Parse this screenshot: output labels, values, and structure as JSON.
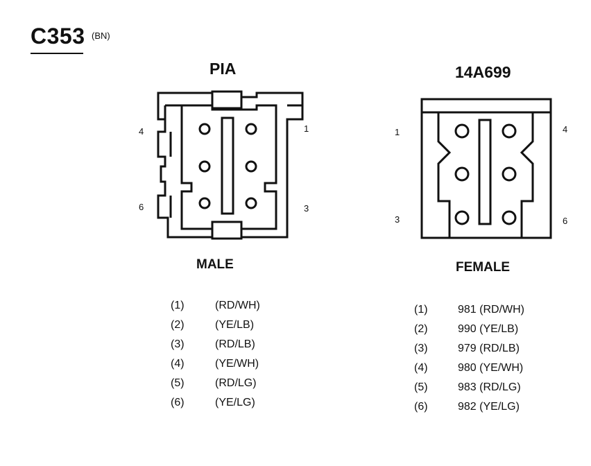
{
  "connector": {
    "id": "C353",
    "color_code": "(BN)"
  },
  "left": {
    "name": "PIA",
    "gender": "MALE",
    "pin_labels": {
      "p4": "4",
      "p1": "1",
      "p6": "6",
      "p3": "3"
    },
    "pins": [
      {
        "num": "(1)",
        "circuit": "(RD/WH)"
      },
      {
        "num": "(2)",
        "circuit": "(YE/LB)"
      },
      {
        "num": "(3)",
        "circuit": "(RD/LB)"
      },
      {
        "num": "(4)",
        "circuit": "(YE/WH)"
      },
      {
        "num": "(5)",
        "circuit": "(RD/LG)"
      },
      {
        "num": "(6)",
        "circuit": "(YE/LG)"
      }
    ]
  },
  "right": {
    "name": "14A699",
    "gender": "FEMALE",
    "pin_labels": {
      "p1": "1",
      "p4": "4",
      "p3": "3",
      "p6": "6"
    },
    "pins": [
      {
        "num": "(1)",
        "circuit": "981 (RD/WH)"
      },
      {
        "num": "(2)",
        "circuit": "990 (YE/LB)"
      },
      {
        "num": "(3)",
        "circuit": "979 (RD/LB)"
      },
      {
        "num": "(4)",
        "circuit": "980 (YE/WH)"
      },
      {
        "num": "(5)",
        "circuit": "983 (RD/LG)"
      },
      {
        "num": "(6)",
        "circuit": "982 (YE/LG)"
      }
    ]
  },
  "colors": {
    "ink": "#111111",
    "background": "#ffffff"
  }
}
